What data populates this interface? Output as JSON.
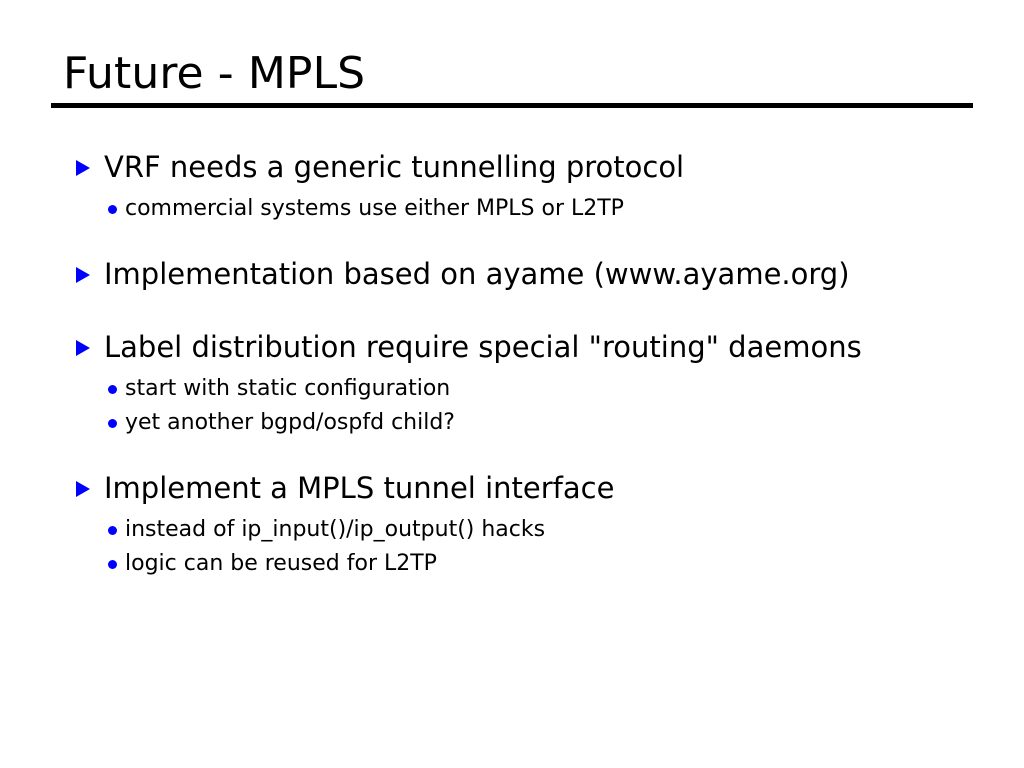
{
  "slide": {
    "title": "Future - MPLS",
    "accent_color": "#0000ff",
    "text_color": "#000000",
    "background_color": "#ffffff",
    "rule_color": "#000000",
    "bullet_marker_icon": "triangle-right-icon",
    "sub_bullet_marker_icon": "dot-icon",
    "groups": [
      {
        "bullet": "VRF needs a generic tunnelling protocol",
        "sub_bullets": [
          "commercial systems use either MPLS or L2TP"
        ]
      },
      {
        "bullet": "Implementation based on ayame (www.ayame.org)",
        "sub_bullets": []
      },
      {
        "bullet": "Label distribution require special \"routing\" daemons",
        "sub_bullets": [
          "start with static configuration",
          "yet another bgpd/ospfd child?"
        ]
      },
      {
        "bullet": "Implement a MPLS tunnel interface",
        "sub_bullets": [
          "instead of ip_input()/ip_output() hacks",
          "logic can be reused for L2TP"
        ]
      }
    ]
  }
}
